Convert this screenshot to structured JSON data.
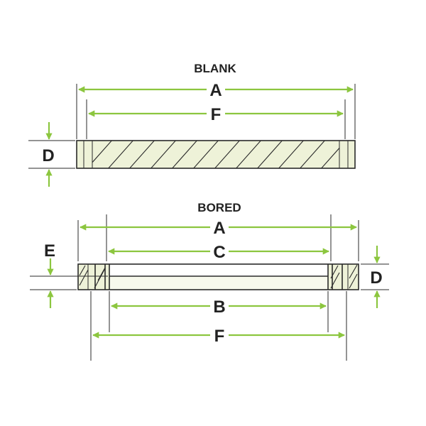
{
  "colors": {
    "accent": "#8cc63f",
    "fill": "#eef2d8",
    "line": "#2a2a2a"
  },
  "blank": {
    "title": "BLANK",
    "label_a": "A",
    "label_f": "F",
    "label_d": "D"
  },
  "bored": {
    "title": "BORED",
    "label_a": "A",
    "label_c": "C",
    "label_e": "E",
    "label_d": "D",
    "label_b": "B",
    "label_f": "F"
  }
}
